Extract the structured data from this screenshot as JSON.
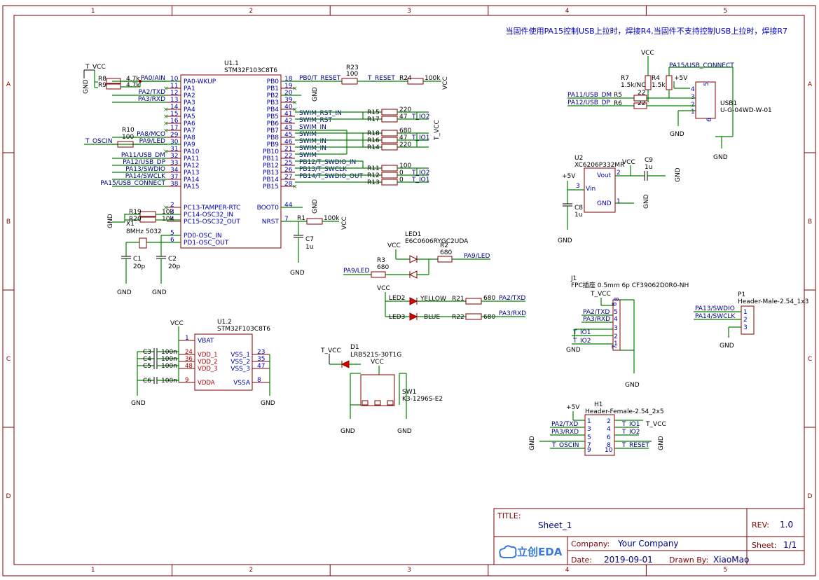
{
  "note": "当固件使用PA15控制USB上拉时，焊接R4,当固件不支持控制USB上拉时，焊接R7",
  "rulers": {
    "cols": [
      "1",
      "2",
      "3",
      "4",
      "5"
    ],
    "rows": [
      "A",
      "B",
      "C",
      "D"
    ]
  },
  "u1_1": {
    "ref": "U1.1",
    "part": "STM32F103C8T6",
    "left_pins": [
      {
        "num": "10",
        "name": "PA0-WKUP"
      },
      {
        "num": "11",
        "name": "PA1"
      },
      {
        "num": "12",
        "name": "PA2"
      },
      {
        "num": "13",
        "name": "PA3"
      },
      {
        "num": "14",
        "name": "PA4"
      },
      {
        "num": "15",
        "name": "PA5"
      },
      {
        "num": "16",
        "name": "PA6"
      },
      {
        "num": "17",
        "name": "PA7"
      },
      {
        "num": "29",
        "name": "PA8"
      },
      {
        "num": "30",
        "name": "PA9"
      },
      {
        "num": "31",
        "name": "PA10"
      },
      {
        "num": "32",
        "name": "PA11"
      },
      {
        "num": "33",
        "name": "PA12"
      },
      {
        "num": "34",
        "name": "PA13"
      },
      {
        "num": "37",
        "name": "PA14"
      },
      {
        "num": "38",
        "name": "PA15"
      },
      {
        "num": "2",
        "name": "PC13-TAMPER-RTC"
      },
      {
        "num": "3",
        "name": "PC14-OSC32_IN"
      },
      {
        "num": "4",
        "name": "PC15-OSC32_OUT"
      },
      {
        "num": "5",
        "name": "PD0-OSC_IN"
      },
      {
        "num": "6",
        "name": "PD1-OSC_OUT"
      }
    ],
    "right_pins": [
      {
        "num": "18",
        "name": "PB0"
      },
      {
        "num": "19",
        "name": "PB1"
      },
      {
        "num": "20",
        "name": "PB2"
      },
      {
        "num": "39",
        "name": "PB3"
      },
      {
        "num": "40",
        "name": "PB4"
      },
      {
        "num": "41",
        "name": "PB5"
      },
      {
        "num": "42",
        "name": "PB6"
      },
      {
        "num": "43",
        "name": "PB7"
      },
      {
        "num": "45",
        "name": "PB8"
      },
      {
        "num": "46",
        "name": "PB9"
      },
      {
        "num": "21",
        "name": "PB10"
      },
      {
        "num": "22",
        "name": "PB11"
      },
      {
        "num": "25",
        "name": "PB12"
      },
      {
        "num": "26",
        "name": "PB13"
      },
      {
        "num": "27",
        "name": "PB14"
      },
      {
        "num": "28",
        "name": "PB15"
      },
      {
        "num": "44",
        "name": "BOOT0"
      },
      {
        "num": "7",
        "name": "NRST"
      }
    ],
    "left_nets": [
      "PA0/AIN",
      "",
      "PA2/TXD",
      "PA3/RXD",
      "",
      "",
      "",
      "",
      "PA8/MCO",
      "PA9/LED",
      "",
      "PA11/USB_DM",
      "PA12/USB_DP",
      "PA13/SWDIO",
      "PA14/SWCLK",
      "PA15/USB_CONNECT"
    ],
    "right_nets": [
      "PB0/T_RESET",
      "",
      "",
      "",
      "",
      "SWIM_RST_IN",
      "SWIM_RST",
      "SWIM_IN",
      "SWIM",
      "SWIM_IN",
      "SWIM_IN",
      "SWIM",
      "PB12/T_SWDIO_IN",
      "PB13/T_SWCLK",
      "PB14/T_SWDIO_OUT"
    ]
  },
  "u1_2": {
    "ref": "U1.2",
    "part": "STM32F103C8T6",
    "pins_left": [
      {
        "num": "1",
        "name": "VBAT"
      },
      {
        "num": "24",
        "name": "VDD_1"
      },
      {
        "num": "36",
        "name": "VDD_2"
      },
      {
        "num": "48",
        "name": "VDD_3"
      },
      {
        "num": "9",
        "name": "VDDA"
      }
    ],
    "pins_right": [
      {
        "num": "23",
        "name": "VSS_1"
      },
      {
        "num": "35",
        "name": "VSS_2"
      },
      {
        "num": "47",
        "name": "VSS_3"
      },
      {
        "num": "8",
        "name": "VSSA"
      }
    ],
    "caps": [
      {
        "ref": "C3",
        "val": "100n"
      },
      {
        "ref": "C4",
        "val": "100n"
      },
      {
        "ref": "C5",
        "val": "100n"
      },
      {
        "ref": "C6",
        "val": "100n"
      }
    ]
  },
  "parts": {
    "R8": {
      "ref": "R8",
      "val": "4.7k"
    },
    "R9": {
      "ref": "R9",
      "val": "4.7k"
    },
    "R10": {
      "ref": "R10",
      "val": "100"
    },
    "R19": {
      "ref": "R19",
      "val": "10k"
    },
    "R20": {
      "ref": "R20",
      "val": "10k"
    },
    "X1": {
      "ref": "X1",
      "val": "8MHz 5032"
    },
    "C1": {
      "ref": "C1",
      "val": "20p"
    },
    "C2": {
      "ref": "C2",
      "val": "20p"
    },
    "R23": {
      "ref": "R23",
      "val": "100"
    },
    "R24": {
      "ref": "R24",
      "val": "100k"
    },
    "R1": {
      "ref": "R1",
      "val": "100k"
    },
    "C7": {
      "ref": "C7",
      "val": "1u"
    },
    "R15": {
      "ref": "R15",
      "val": "220"
    },
    "R17": {
      "ref": "R17",
      "val": "47"
    },
    "R18": {
      "ref": "R18",
      "val": "680"
    },
    "R16": {
      "ref": "R16",
      "val": "47"
    },
    "R14": {
      "ref": "R14",
      "val": "220"
    },
    "R11": {
      "ref": "R11",
      "val": "100"
    },
    "R12": {
      "ref": "R12",
      "val": "0"
    },
    "R13": {
      "ref": "R13",
      "val": "0"
    },
    "R7": {
      "ref": "R7",
      "val": "1.5k/NC"
    },
    "R4": {
      "ref": "R4",
      "val": "1.5k"
    },
    "R5": {
      "ref": "R5",
      "val": "22"
    },
    "R6": {
      "ref": "R6",
      "val": "22"
    },
    "USB1": {
      "ref": "USB1",
      "val": "U-G-04WD-W-01"
    },
    "U2": {
      "ref": "U2",
      "val": "XC6206P332MR"
    },
    "C9": {
      "ref": "C9",
      "val": "1u"
    },
    "C8": {
      "ref": "C8",
      "val": "1u"
    },
    "LED1": {
      "ref": "LED1",
      "val": "E6C0606RYGC2UDA"
    },
    "R2": {
      "ref": "R2",
      "val": "680"
    },
    "R3": {
      "ref": "R3",
      "val": "680"
    },
    "R21": {
      "ref": "R21",
      "val": "680"
    },
    "R22": {
      "ref": "R22",
      "val": "680"
    },
    "LED2": {
      "ref": "LED2",
      "color": "YELLOW"
    },
    "LED3": {
      "ref": "LED3",
      "color": "BLUE"
    },
    "J1": {
      "ref": "J1",
      "val": "FPC插座 0.5mm 6p CF39062D0R0-NH"
    },
    "P1": {
      "ref": "P1",
      "val": "Header-Male-2.54_1x3"
    },
    "D1": {
      "ref": "D1",
      "val": "LRB521S-30T1G"
    },
    "SW1": {
      "ref": "SW1",
      "val": "K3-1296S-E2"
    },
    "H1": {
      "ref": "H1",
      "val": "Header-Female-2.54_2x5"
    }
  },
  "u2_pins": {
    "vout": "Vout",
    "vin": "Vin",
    "gnd": "GND"
  },
  "nets": {
    "t_vcc": "T_VCC",
    "gnd": "GND",
    "vcc": "VCC",
    "plus5v": "+5V",
    "t_oscin": "T_OSCIN",
    "t_reset": "T_RESET",
    "t_io1": "T_IO1",
    "t_io2": "T_IO2",
    "pa9_led": "PA9/LED",
    "pa2_txd": "PA2/TXD",
    "pa3_rxd": "PA3/RXD",
    "pa11": "PA11/USB_DM",
    "pa12": "PA12/USB_DP",
    "pa15": "PA15/USB_CONNECT",
    "pa13": "PA13/SWDIO",
    "pa14": "PA14/SWCLK"
  },
  "title_block": {
    "title_label": "TITLE:",
    "title": "Sheet_1",
    "rev_label": "REV:",
    "rev": "1.0",
    "company_label": "Company:",
    "company": "Your Company",
    "sheet_label": "Sheet:",
    "sheet": "1/1",
    "date_label": "Date:",
    "date": "2019-09-01",
    "drawn_label": "Drawn By:",
    "drawn": "XiaoMao",
    "logo": "立创EDA"
  }
}
